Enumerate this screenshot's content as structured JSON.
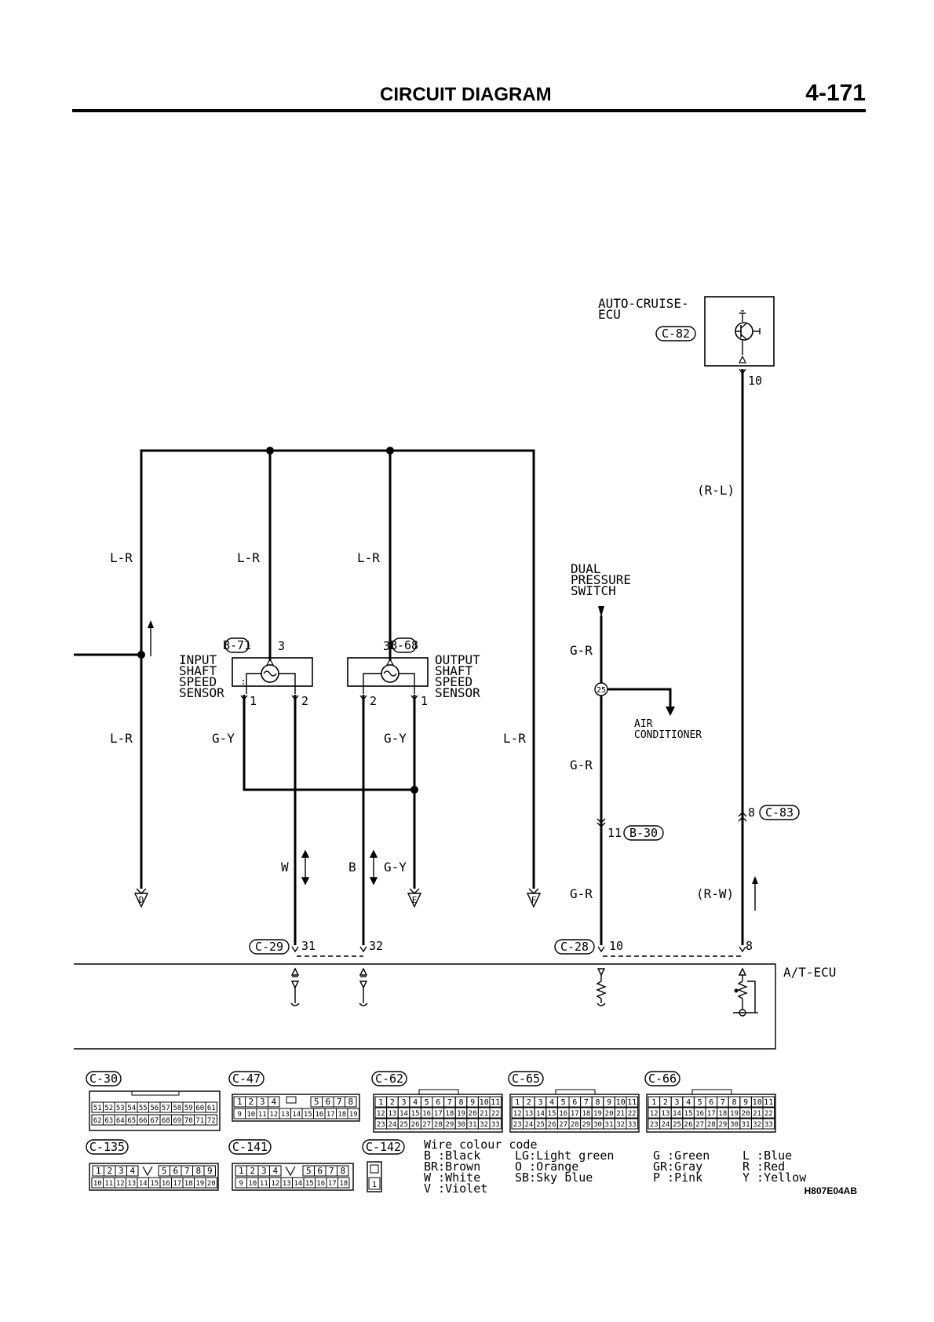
{
  "header": {
    "title": "CIRCUIT DIAGRAM",
    "page_number": "4-171"
  },
  "ecu_top": {
    "name_line1": "AUTO-CRUISE-",
    "name_line2": "ECU",
    "connector": "C-82",
    "pin": "10"
  },
  "wires": {
    "lr": "L-R",
    "gy": "G-Y",
    "w": "W",
    "b": "B",
    "gr": "G-R",
    "rl": "(R-L)",
    "rw": "(R-W)"
  },
  "input_sensor": {
    "line1": "INPUT",
    "line2": "SHAFT",
    "line3": "SPEED",
    "line4": "SENSOR",
    "connector": "B-71",
    "pin_top": "3",
    "pin_left": "1",
    "pin_right": "2"
  },
  "output_sensor": {
    "line1": "OUTPUT",
    "line2": "SHAFT",
    "line3": "SPEED",
    "line4": "SENSOR",
    "connector": "B-68",
    "pin_top": "3",
    "pin_left": "2",
    "pin_right": "1"
  },
  "dual_switch": {
    "line1": "DUAL",
    "line2": "PRESSURE",
    "line3": "SWITCH"
  },
  "air_cond": {
    "line1": "AIR",
    "line2": "CONDITIONER"
  },
  "junction": "25",
  "conn_b30": {
    "name": "B-30",
    "pin": "11"
  },
  "conn_c83": {
    "name": "C-83",
    "pin": "8"
  },
  "terminals": {
    "d": "D",
    "e": "E",
    "f": "F"
  },
  "ecu_bottom": {
    "name": "A/T-ECU",
    "conn_c29": "C-29",
    "pin31": "31",
    "pin32": "32",
    "conn_c28": "C-28",
    "pin10": "10",
    "pin8": "8"
  },
  "connectors": {
    "c30": {
      "name": "C-30",
      "row1": [
        "51",
        "52",
        "53",
        "54",
        "55",
        "56",
        "57",
        "58",
        "59",
        "60",
        "61"
      ],
      "row2": [
        "62",
        "63",
        "64",
        "65",
        "66",
        "67",
        "68",
        "69",
        "70",
        "71",
        "72"
      ]
    },
    "c47": {
      "name": "C-47",
      "row1": [
        "1",
        "2",
        "3",
        "4",
        "5",
        "6",
        "7",
        "8"
      ],
      "row2": [
        "9",
        "10",
        "11",
        "12",
        "13",
        "14",
        "15",
        "16",
        "17",
        "18",
        "19"
      ]
    },
    "c62": {
      "name": "C-62",
      "row1": [
        "1",
        "2",
        "3",
        "4",
        "5",
        "6",
        "7",
        "8",
        "9",
        "10",
        "11"
      ],
      "row2": [
        "12",
        "13",
        "14",
        "15",
        "16",
        "17",
        "18",
        "19",
        "20",
        "21",
        "22"
      ],
      "row3": [
        "23",
        "24",
        "25",
        "26",
        "27",
        "28",
        "29",
        "30",
        "31",
        "32",
        "33"
      ]
    },
    "c65": {
      "name": "C-65",
      "row1": [
        "1",
        "2",
        "3",
        "4",
        "5",
        "6",
        "7",
        "8",
        "9",
        "10",
        "11"
      ],
      "row2": [
        "12",
        "13",
        "14",
        "15",
        "16",
        "17",
        "18",
        "19",
        "20",
        "21",
        "22"
      ],
      "row3": [
        "23",
        "24",
        "25",
        "26",
        "27",
        "28",
        "29",
        "30",
        "31",
        "32",
        "33"
      ]
    },
    "c66": {
      "name": "C-66",
      "row1": [
        "1",
        "2",
        "3",
        "4",
        "5",
        "6",
        "7",
        "8",
        "9",
        "10",
        "11"
      ],
      "row2": [
        "12",
        "13",
        "14",
        "15",
        "16",
        "17",
        "18",
        "19",
        "20",
        "21",
        "22"
      ],
      "row3": [
        "23",
        "24",
        "25",
        "26",
        "27",
        "28",
        "29",
        "30",
        "31",
        "32",
        "33"
      ]
    },
    "c135": {
      "name": "C-135",
      "row1": [
        "1",
        "2",
        "3",
        "4",
        "5",
        "6",
        "7",
        "8",
        "9"
      ],
      "row2": [
        "10",
        "11",
        "12",
        "13",
        "14",
        "15",
        "16",
        "17",
        "18",
        "19",
        "20"
      ]
    },
    "c141": {
      "name": "C-141",
      "row1": [
        "1",
        "2",
        "3",
        "4",
        "5",
        "6",
        "7",
        "8"
      ],
      "row2": [
        "9",
        "10",
        "11",
        "12",
        "13",
        "14",
        "15",
        "16",
        "17",
        "18"
      ]
    },
    "c142": {
      "name": "C-142",
      "pin": "1"
    }
  },
  "legend": {
    "title": "Wire colour code",
    "col1": [
      "B :Black",
      "BR:Brown",
      "W :White",
      "V :Violet"
    ],
    "col2": [
      "LG:Light green",
      "O :Orange",
      "SB:Sky blue"
    ],
    "col3": [
      "G :Green",
      "GR:Gray",
      "P :Pink"
    ],
    "col4": [
      "L :Blue",
      "R :Red",
      "Y :Yellow"
    ]
  },
  "ref_code": "H807E04AB"
}
